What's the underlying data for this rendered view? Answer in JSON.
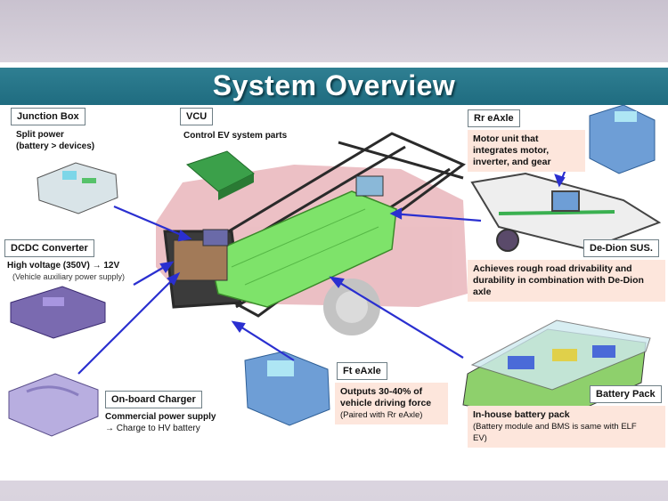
{
  "title": "System Overview",
  "components": {
    "junction_box": {
      "label": "Junction Box",
      "desc1": "Split power",
      "desc2": "(battery > devices)"
    },
    "vcu": {
      "label": "VCU",
      "desc": "Control EV system parts"
    },
    "rr_eaxle": {
      "label": "Rr eAxle",
      "desc1": "Motor unit that",
      "desc2": "integrates motor,",
      "desc3": "inverter, and gear"
    },
    "dcdc": {
      "label": "DCDC Converter",
      "desc": "High voltage (350V) → 12V",
      "sub": "(Vehicle auxiliary power supply)"
    },
    "dedion": {
      "label": "De-Dion SUS.",
      "desc1": "Achieves rough road drivability and",
      "desc2": "durability in combination with De-Dion",
      "desc3": "axle"
    },
    "ft_eaxle": {
      "label": "Ft eAxle",
      "desc1": "Outputs 30-40% of",
      "desc2": "vehicle driving force",
      "sub": "(Paired with Rr eAxle)"
    },
    "charger": {
      "label": "On-board Charger",
      "desc1": "Commercial power supply",
      "desc2": "→ Charge to HV battery"
    },
    "battery": {
      "label": "Battery Pack",
      "desc1": "In-house battery pack",
      "desc2": "(Battery module and BMS is same with ELF",
      "desc3": "EV)"
    }
  },
  "colors": {
    "title_bar": "#1f6c80",
    "arrow": "#2a2fd0",
    "note_bg": "#fde6dc",
    "battery_green": "#7ee36a"
  }
}
